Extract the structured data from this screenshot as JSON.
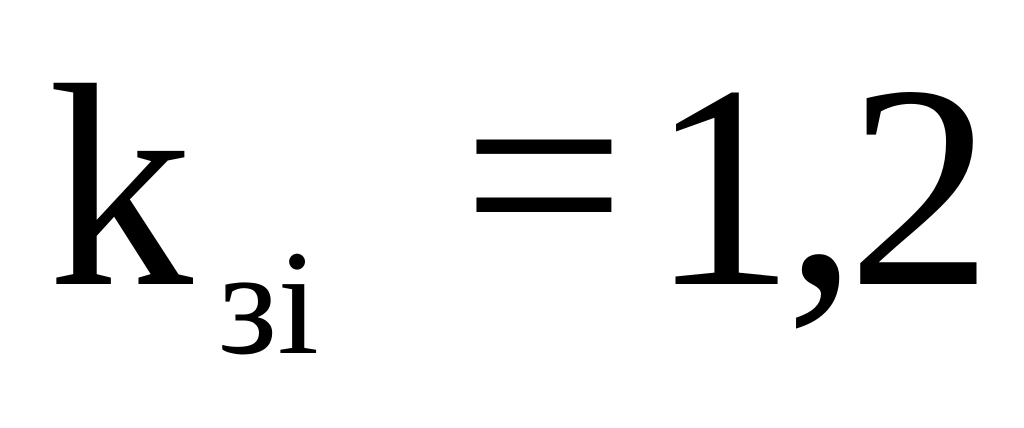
{
  "equation": {
    "variable": "k",
    "subscript": "зі",
    "operator": "=",
    "value": "1,2"
  }
}
